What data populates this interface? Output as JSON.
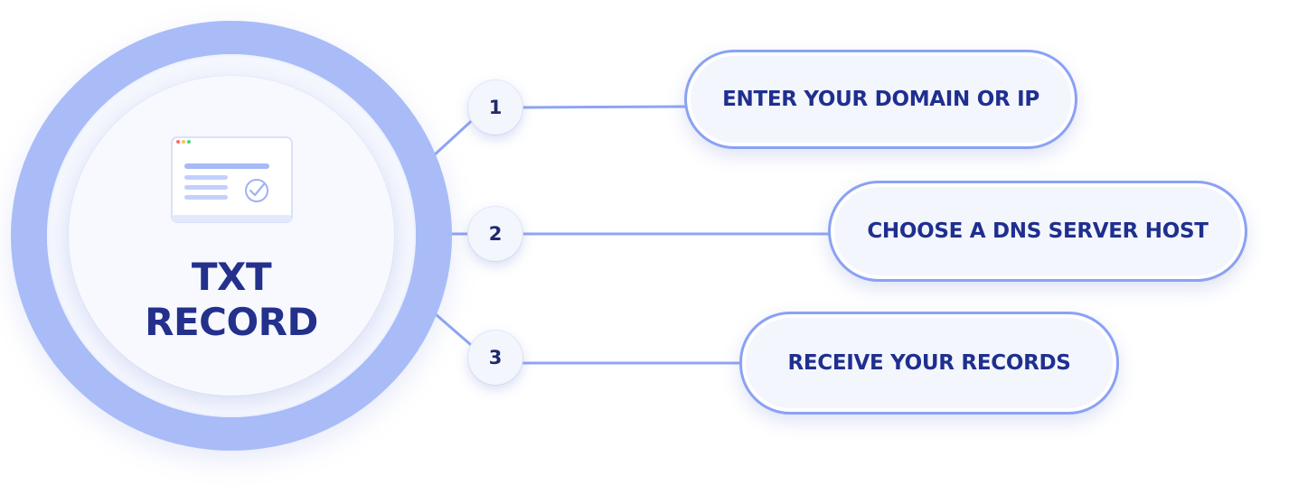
{
  "center": {
    "title_line1": "TXT",
    "title_line2": "RECORD",
    "icon": "browser-window-check-icon"
  },
  "steps": [
    {
      "number": "1",
      "label": "ENTER YOUR DOMAIN OR IP"
    },
    {
      "number": "2",
      "label": "CHOOSE A DNS SERVER HOST"
    },
    {
      "number": "3",
      "label": "RECEIVE YOUR RECORDS"
    }
  ],
  "colors": {
    "ring": "#a9bcf7",
    "connector": "#8fa5f2",
    "pill_border": "#8aa2f4",
    "text_dark": "#23308c",
    "background": "#ffffff"
  }
}
